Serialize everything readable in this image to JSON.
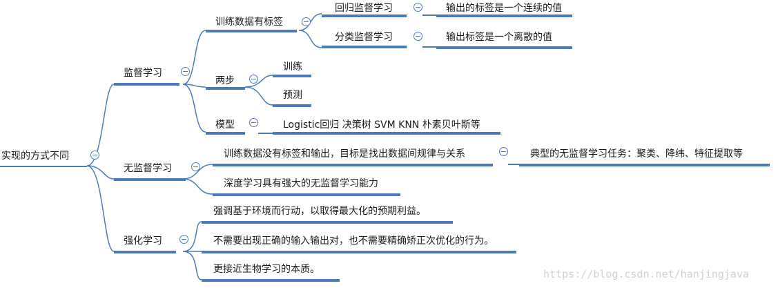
{
  "root": {
    "label": "实现的方式不同"
  },
  "supervised": {
    "label": "监督学习",
    "labeled": {
      "label": "训练数据有标签",
      "regression": {
        "label": "回归监督学习",
        "detail": "输出的标签是一个连续的值"
      },
      "classification": {
        "label": "分类监督学习",
        "detail": "输出标签是一个离散的值"
      }
    },
    "steps": {
      "label": "两步",
      "train": "训练",
      "predict": "预测"
    },
    "model": {
      "label": "模型",
      "list": "Logistic回归 决策树 SVM KNN 朴素贝叶斯等"
    }
  },
  "unsupervised": {
    "label": "无监督学习",
    "item1": "训练数据没有标签和输出，目标是找出数据间规律与关系",
    "item1_detail": "典型的无监督学习任务：聚类、降纬、特征提取等",
    "item2": "深度学习具有强大的无监督学习能力"
  },
  "reinforcement": {
    "label": "强化学习",
    "item1": "强调基于环境而行动，以取得最大化的预期利益。",
    "item2": "不需要出现正确的输入输出对，也不需要精确矫正次优化的行为。",
    "item3": "更接近生物学习的本质。"
  },
  "watermark": "https://blog.csdn.net/hanjingjava",
  "colors": {
    "branch": "#4a7ab8",
    "text": "#1a1a1a",
    "watermark": "#d0d0d0"
  }
}
